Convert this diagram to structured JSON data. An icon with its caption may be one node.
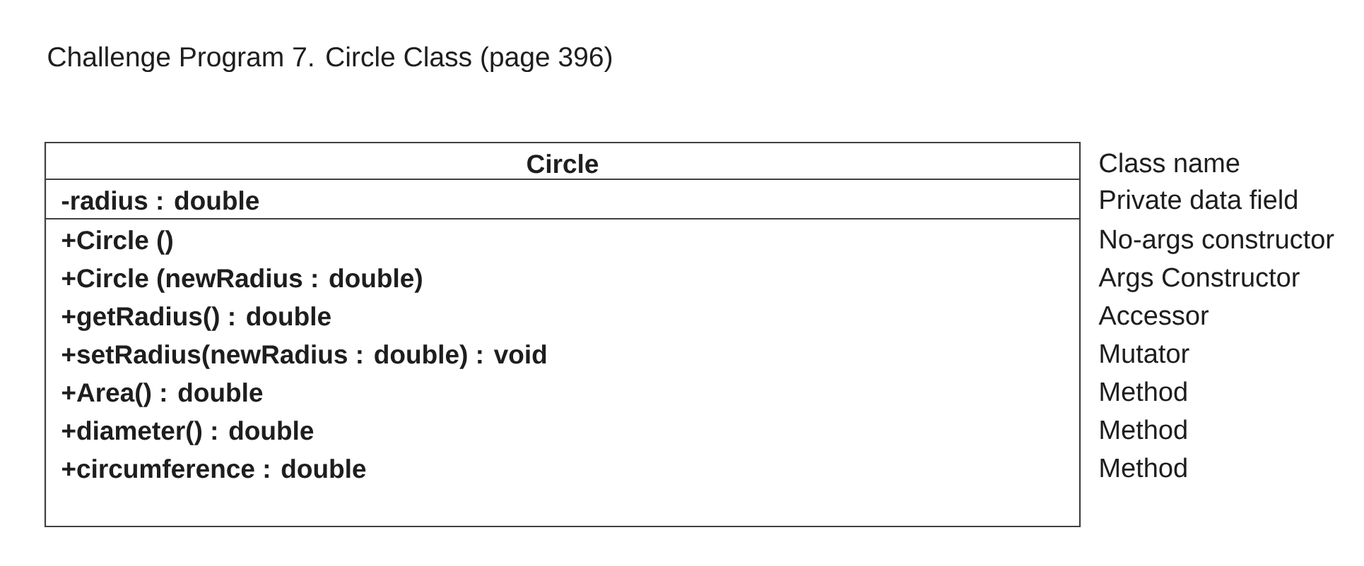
{
  "diagram": {
    "title": "Challenge Program 7. Circle Class (page 396)",
    "nodes": [
      {
        "text": [
          "Circle"
        ],
        "beside": [
          "Class name"
        ]
      },
      {
        "text": [
          "-radius : double"
        ],
        "beside": [
          "Private data field"
        ]
      },
      {
        "text": [
          "+Circle ()",
          "+Circle (newRadius : double)",
          "+getRadius() : double",
          "+setRadius(newRadius : double) : void",
          "+Area() : double",
          "+diameter() : double",
          "+circumference : double"
        ],
        "beside": [
          "No-args constructor",
          "Args Constructor",
          "Accessor",
          "Mutator",
          "Method",
          "Method",
          "Method"
        ]
      }
    ]
  }
}
